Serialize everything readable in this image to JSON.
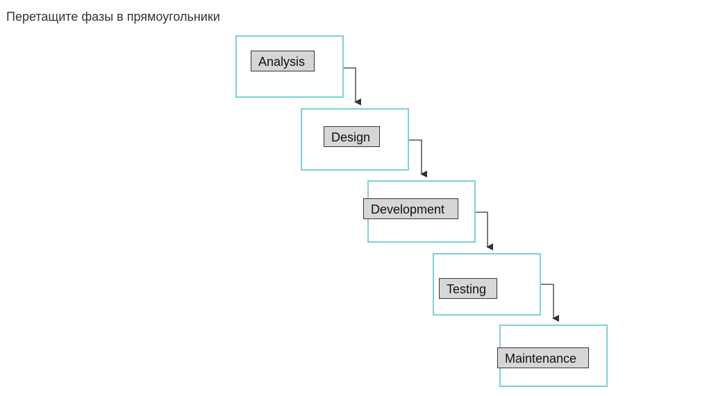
{
  "instruction": "Перетащите фазы в прямоугольники",
  "phases": [
    {
      "label": "Analysis"
    },
    {
      "label": "Design"
    },
    {
      "label": "Development"
    },
    {
      "label": "Testing"
    },
    {
      "label": "Maintenance"
    }
  ],
  "colors": {
    "box_border": "#7ecfd6",
    "chip_fill": "#d6d6d6",
    "chip_border": "#333333",
    "arrow": "#333333"
  }
}
